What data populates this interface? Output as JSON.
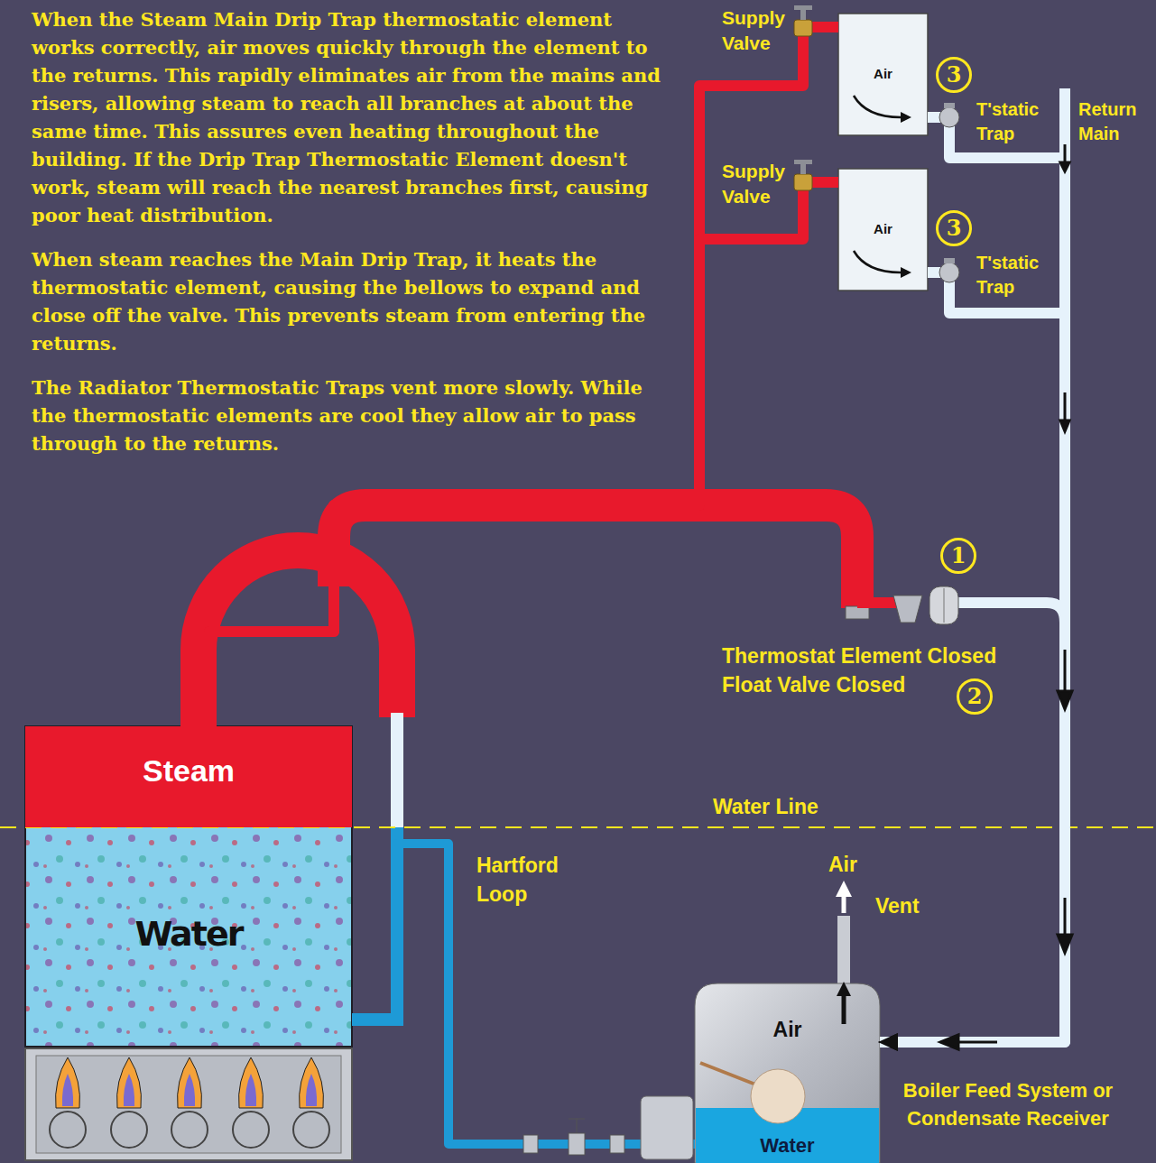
{
  "diagram": {
    "nodes": [
      {
        "text": [
          "Steam"
        ]
      },
      {
        "text": [
          "Water"
        ]
      },
      {
        "text": [
          "Air"
        ]
      },
      {
        "text": [
          "Air"
        ]
      },
      {
        "text": [
          "Air",
          "Water"
        ]
      }
    ],
    "edges": [
      {
        "from": 0,
        "to": 2,
        "arrow": "none"
      },
      {
        "from": 0,
        "to": 3,
        "arrow": "none"
      },
      {
        "from": 2,
        "to": 4,
        "arrow": "to"
      },
      {
        "from": 3,
        "to": 4,
        "arrow": "to"
      },
      {
        "from": 4,
        "to": 1,
        "arrow": "none"
      }
    ],
    "labels": [
      "When the Steam Main Drip Trap thermostatic element works correctly, air moves quickly through the element to the returns. This rapidly eliminates air from the mains and risers, allowing steam to reach all branches at about the same time. This assures even heating throughout the building. If the Drip Trap Thermostatic Element doesn't work, steam will reach the nearest branches first, causing poor heat distribution.",
      "When steam reaches the Main Drip Trap, it heats the thermostatic element, causing the bellows to expand and close off the valve. This prevents steam from entering the returns.",
      "The Radiator Thermostatic Traps vent more slowly. While the thermostatic elements are cool they allow air to pass through to the returns.",
      "Supply Valve",
      "Supply Valve",
      "3",
      "T'static Trap",
      "Return Main",
      "3",
      "T'static Trap",
      "1",
      "Thermostat Element Closed",
      "Float Valve Closed",
      "2",
      "Water Line",
      "Hartford Loop",
      "Air",
      "Vent",
      "Boiler Feed System or Condensate Receiver"
    ]
  }
}
